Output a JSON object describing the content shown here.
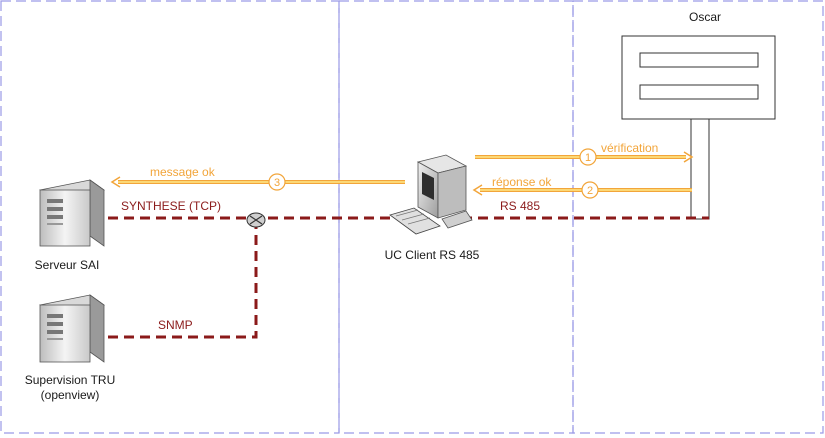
{
  "zones": {
    "right_title": "Oscar"
  },
  "nodes": {
    "serveur_sai": {
      "label": "Serveur SAI",
      "icon": "server-icon"
    },
    "supervision": {
      "label_line1": "Supervision TRU",
      "label_line2": "(openview)",
      "icon": "server-icon"
    },
    "uc_client": {
      "label": "UC Client RS 485",
      "icon": "desktop-computer-icon"
    },
    "oscar_box": {
      "icon": "terminal-panel-icon"
    },
    "router": {
      "icon": "router-icon"
    }
  },
  "links": {
    "synthese": "SYNTHESE (TCP)",
    "snmp": "SNMP",
    "rs485": "RS 485"
  },
  "messages": [
    {
      "step": "1",
      "label": "vérification"
    },
    {
      "step": "2",
      "label": "réponse ok"
    },
    {
      "step": "3",
      "label": "message ok"
    }
  ],
  "colors": {
    "zone_border": "#9a9ae6",
    "link": "#8b1a1a",
    "message": "#f2a53a",
    "message_fill": "#ffe98a"
  }
}
